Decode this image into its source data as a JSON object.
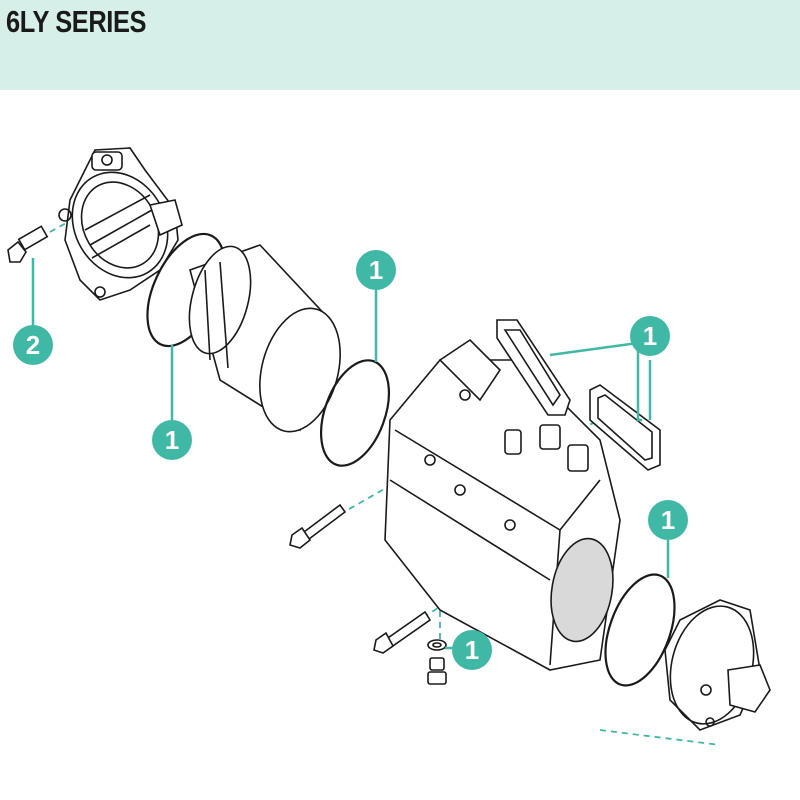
{
  "header": {
    "title": "6LY SERIES",
    "background_color": "#d6efe9"
  },
  "diagram": {
    "accent_color": "#3fb8a5",
    "callouts": [
      {
        "id": "ring-water-pump",
        "label": "1"
      },
      {
        "id": "bolt-cover",
        "label": "2"
      },
      {
        "id": "ring-cylinder",
        "label": "1"
      },
      {
        "id": "gaskets",
        "label": "1"
      },
      {
        "id": "ring-end-cover",
        "label": "1"
      },
      {
        "id": "washer",
        "label": "1"
      }
    ]
  }
}
